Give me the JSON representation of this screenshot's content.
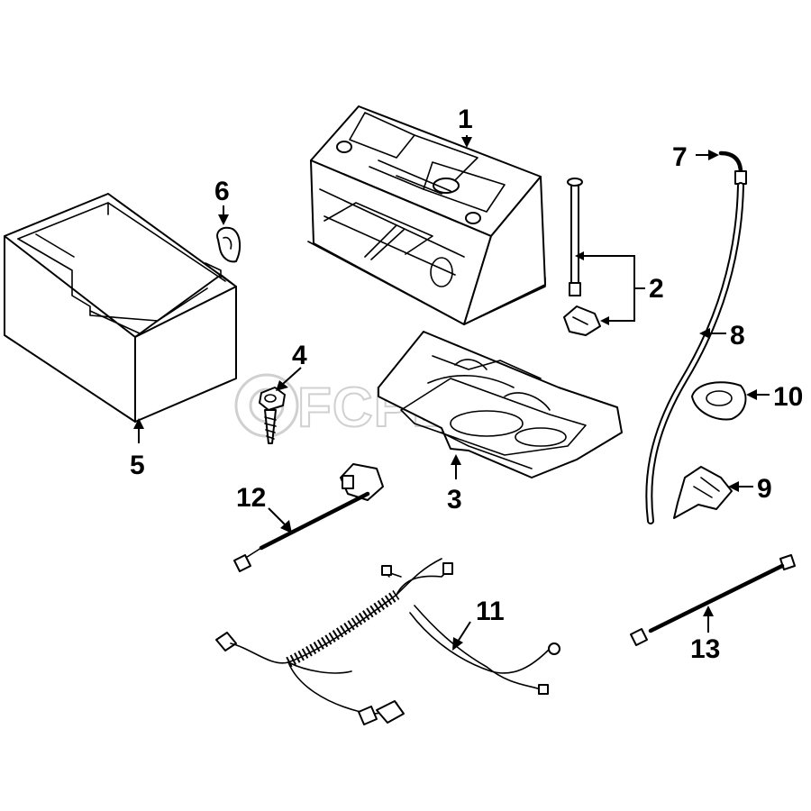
{
  "callouts": [
    {
      "id": "1",
      "label": "1"
    },
    {
      "id": "2",
      "label": "2"
    },
    {
      "id": "3",
      "label": "3"
    },
    {
      "id": "4",
      "label": "4"
    },
    {
      "id": "5",
      "label": "5"
    },
    {
      "id": "6",
      "label": "6"
    },
    {
      "id": "7",
      "label": "7"
    },
    {
      "id": "8",
      "label": "8"
    },
    {
      "id": "9",
      "label": "9"
    },
    {
      "id": "10",
      "label": "10"
    },
    {
      "id": "11",
      "label": "11"
    },
    {
      "id": "12",
      "label": "12"
    },
    {
      "id": "13",
      "label": "13"
    }
  ],
  "watermark": {
    "text": "FCPEuro"
  }
}
